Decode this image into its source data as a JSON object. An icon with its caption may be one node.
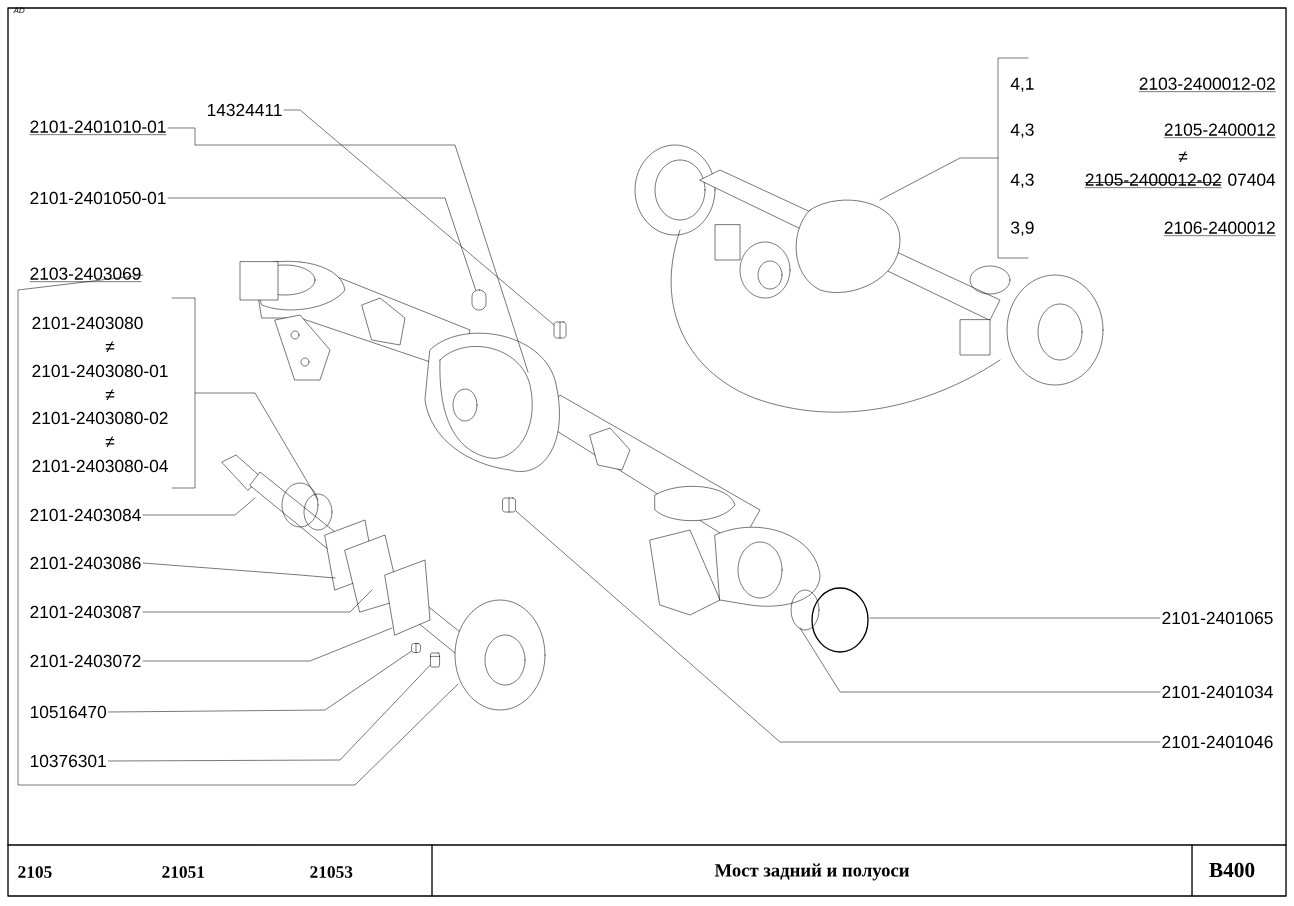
{
  "diagram": {
    "title": "Мост задний и полуоси",
    "nodes": [
      {
        "text": [
          "2101-2401010-01"
        ]
      },
      {
        "text": [
          "14324411"
        ]
      },
      {
        "text": [
          "2101-2401050-01"
        ]
      },
      {
        "text": [
          "2103-2403069"
        ]
      },
      {
        "text": [],
        "shape": "bracket"
      },
      {
        "text": [
          "2101-2403080"
        ]
      },
      {
        "text": [
          "2101-2403080-01"
        ]
      },
      {
        "text": [
          "2101-2403080-02"
        ]
      },
      {
        "text": [
          "2101-2403080-04"
        ]
      },
      {
        "text": [
          "2101-2403084"
        ]
      },
      {
        "text": [
          "2101-2403086"
        ]
      },
      {
        "text": [
          "2101-2403087"
        ]
      },
      {
        "text": [
          "2101-2403072"
        ]
      },
      {
        "text": [
          "10516470"
        ]
      },
      {
        "text": [
          "10376301"
        ]
      },
      {
        "text": [],
        "shape": "bracket"
      },
      {
        "text": [
          "4,1",
          "2103-2400012-02"
        ]
      },
      {
        "text": [
          "4,3",
          "2105-2400012"
        ]
      },
      {
        "text": [
          "4,3",
          "2105-2400012-02",
          "07404"
        ]
      },
      {
        "text": [
          "3,9",
          "2106-2400012"
        ]
      },
      {
        "text": [
          "2101-2401065"
        ]
      },
      {
        "text": [
          "2101-2401034"
        ]
      },
      {
        "text": [
          "2101-2401046"
        ]
      },
      {
        "text": [],
        "shape": "plug"
      },
      {
        "text": [],
        "shape": "nut"
      },
      {
        "text": [],
        "shape": "nut"
      },
      {
        "text": [],
        "shape": "bolt"
      },
      {
        "text": [],
        "shape": "nut"
      }
    ],
    "edges": [
      {
        "from": 0,
        "to": null,
        "arrow": "none"
      },
      {
        "from": 1,
        "to": 24,
        "arrow": "none"
      },
      {
        "from": 2,
        "to": 23,
        "arrow": "none"
      },
      {
        "from": 3,
        "to": null,
        "arrow": "none"
      },
      {
        "from": 4,
        "to": null,
        "arrow": "none"
      },
      {
        "from": 9,
        "to": null,
        "arrow": "none"
      },
      {
        "from": 10,
        "to": null,
        "arrow": "none"
      },
      {
        "from": 11,
        "to": null,
        "arrow": "none"
      },
      {
        "from": 12,
        "to": null,
        "arrow": "none"
      },
      {
        "from": 13,
        "to": 25,
        "arrow": "none"
      },
      {
        "from": 14,
        "to": 26,
        "arrow": "none"
      },
      {
        "from": 15,
        "to": null,
        "arrow": "none"
      },
      {
        "from": 20,
        "to": null,
        "arrow": "none"
      },
      {
        "from": 21,
        "to": null,
        "arrow": "none"
      },
      {
        "from": 22,
        "to": 27,
        "arrow": "none"
      }
    ],
    "labels": [
      "AD",
      "≠",
      "≠",
      "≠",
      "≠",
      "2105",
      "21051",
      "21053",
      "B400"
    ]
  }
}
